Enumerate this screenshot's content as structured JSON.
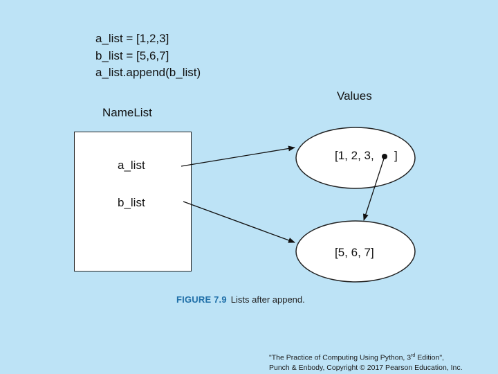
{
  "code": {
    "line1": "a_list = [1,2,3]",
    "line2": "b_list = [5,6,7]",
    "line3": "a_list.append(b_list)"
  },
  "labels": {
    "values": "Values",
    "namelist": "NameList"
  },
  "names": {
    "a": "a_list",
    "b": "b_list"
  },
  "values": {
    "first": "[1, 2, 3,",
    "first_close": "]",
    "second": "[5, 6, 7]"
  },
  "caption": {
    "figure": "FIGURE 7.9",
    "text": "Lists after append."
  },
  "credit": {
    "line1_pre": "\"The Practice of Computing Using Python, 3",
    "line1_sup": "rd",
    "line1_post": " Edition\",",
    "line2": "Punch & Enbody, Copyright © 2017 Pearson Education, Inc."
  },
  "colors": {
    "background": "#bde3f6",
    "figure_label": "#1f6fa8"
  }
}
